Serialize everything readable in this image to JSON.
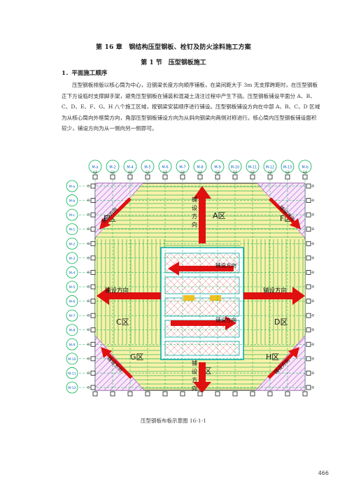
{
  "chapter_title": "第 16 章　钢结构压型钢板、栓钉及防火涂料施工方案",
  "section_title": "第 1 节　压型钢板施工",
  "subsection_title": "1．平面施工顺序",
  "paragraph": "压型钢板排版以核心筒为中心，沿钢梁长度方向顺序铺板，在梁间距大于 3m 无支撑跨距时，在压型钢板正下方设临时支撑脚手架，避免压型钢板在铺装和混凝土浇注过程中产生下挠。压型钢板铺设平面分 A、B、C、D、E、F、G、H 八个施工区域，按钢梁安装顺序进行铺设。压型钢板铺设方向在中部 A、B、C、D 区域为从核心筒向外框筒方向，角部压型钢板铺设方向为从斜向钢梁向两侧对称进行。核心筒内压型钢板铺设面积较少，铺设方向为从一侧向另一侧即可。",
  "figure": {
    "zones": {
      "A": "A区",
      "B": "B区",
      "C": "C区",
      "D": "D区",
      "E": "E区",
      "F": "F区",
      "G": "G区",
      "H": "H区"
    },
    "direction_label": "铺设方向",
    "vertical_direction_label": [
      "铺",
      "设",
      "方",
      "向"
    ],
    "top_axes": [
      "M-a",
      "M-2",
      "M-4",
      "M-5",
      "M-6",
      "M-7",
      "M-8",
      "M-9",
      "M-10",
      "M-11",
      "M-12",
      "M-13",
      "M-b"
    ],
    "left_axes": [
      "M-a",
      "M-b",
      "M-c",
      "M-1",
      "M-2",
      "M-3",
      "M-4",
      "M-5",
      "M-6",
      "M-7",
      "M-8",
      "M-9",
      "M-10",
      "M-11",
      "M-12"
    ],
    "column_tag": "GZ",
    "beam_tag": "B",
    "colors": {
      "deck": "#f5f0a0",
      "deck_line": "#2fb05a",
      "hatch": "#b04ad0",
      "arrow": "#e01010",
      "grid": "#1a1a1a",
      "axis": "#00b050"
    }
  },
  "caption": "压型钢板布板示意图 16-1-1",
  "page_number": "466"
}
